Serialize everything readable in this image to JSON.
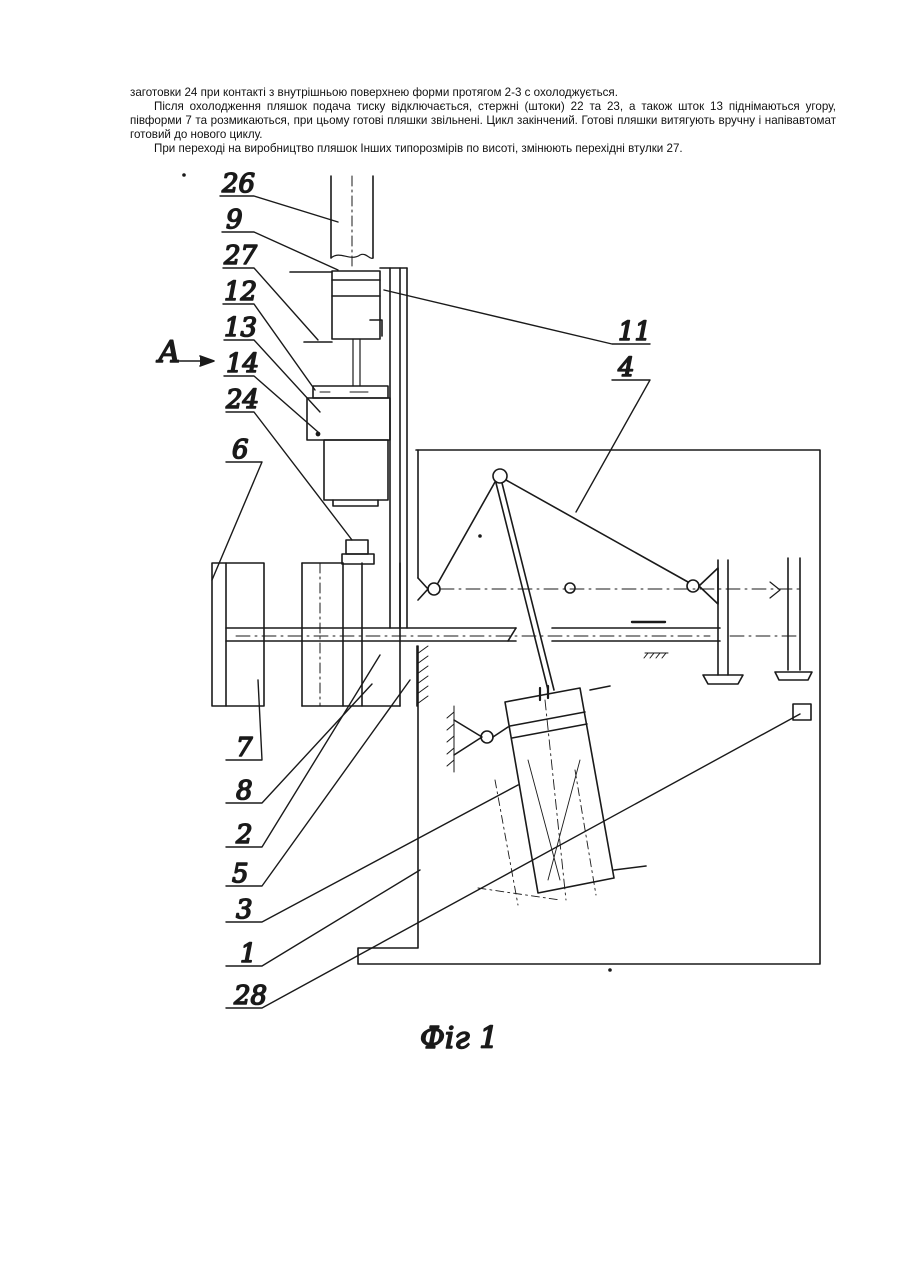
{
  "text": {
    "para1": "заготовки 24 при контакті з внутрішньою поверхнею форми протягом 2-3 с охолоджується.",
    "para2": "Після охолодження пляшок подача тиску відключається, стержні (штоки) 22 та 23, а також шток 13 піднімаються угору, півформи 7 та розмикаються, при цьому готові пляшки звільнені. Цикл закінчений. Готові пляшки витягують вручну і напівавтомат готовий до нового циклу.",
    "para3": "При переході на виробництво пляшок Інших типорозмірів по висоті, змінюють перехідні втулки 27."
  },
  "figure": {
    "caption": "Фіг 1",
    "view_label": "А",
    "labels": {
      "l26": "26",
      "l9": "9",
      "l27": "27",
      "l12": "12",
      "l13": "13",
      "l14": "14",
      "l24": "24",
      "l6": "6",
      "l7": "7",
      "l8": "8",
      "l2": "2",
      "l5": "5",
      "l3": "3",
      "l1": "1",
      "l28": "28",
      "l11": "11",
      "l4": "4"
    }
  }
}
